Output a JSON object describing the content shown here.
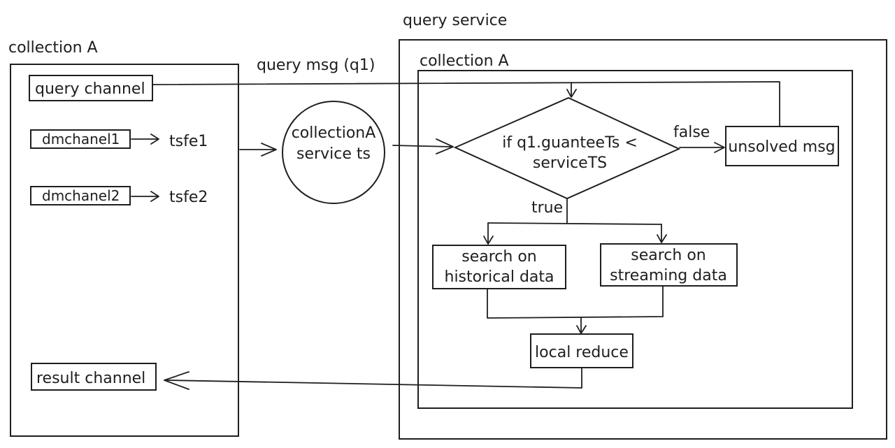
{
  "left_panel": {
    "title": "collection A",
    "query_channel": "query channel",
    "dm_channels": [
      {
        "name": "dmchanel1",
        "target": "tsfe1"
      },
      {
        "name": "dmchanel2",
        "target": "tsfe2"
      }
    ],
    "result_channel": "result channel"
  },
  "message_label": "query msg (q1)",
  "service_ts_node": {
    "line1": "collectionA",
    "line2": "service ts"
  },
  "query_service": {
    "title": "query service",
    "collection_title": "collection A",
    "decision": {
      "line1": "if q1.guanteeTs <",
      "line2": "serviceTS",
      "true_label": "true",
      "false_label": "false"
    },
    "unsolved": "unsolved msg",
    "search_historical": {
      "line1": "search on",
      "line2": "historical data"
    },
    "search_streaming": {
      "line1": "search on",
      "line2": "streaming data"
    },
    "local_reduce": "local reduce"
  }
}
